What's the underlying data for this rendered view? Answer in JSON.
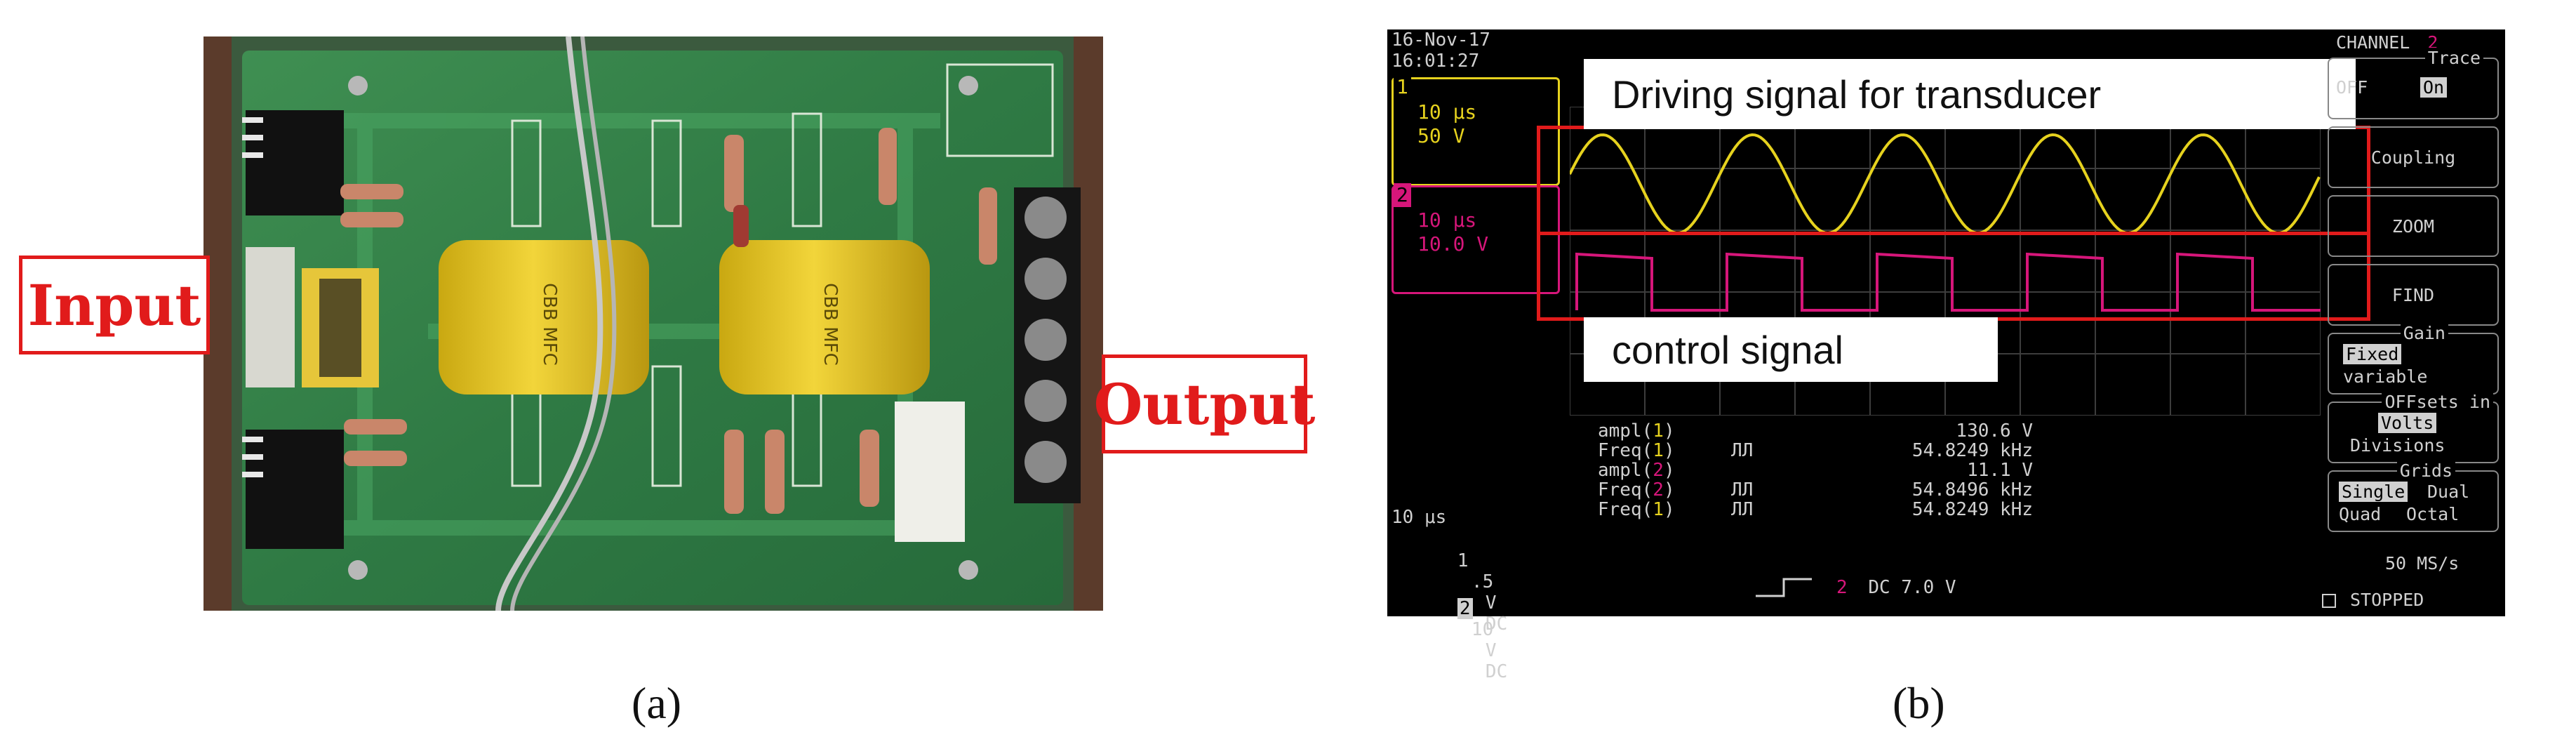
{
  "panel_a": {
    "input_label": "Input",
    "output_label": "Output",
    "caption": "(a)"
  },
  "panel_b": {
    "caption": "(b)",
    "datetime": {
      "date": "16-Nov-17",
      "time": "16:01:27"
    },
    "ch1_box": {
      "timebase": "10 μs",
      "volts": "50 V",
      "index": "1"
    },
    "ch2_box": {
      "timebase": "10 μs",
      "volts": "10.0 V",
      "index": "2"
    },
    "top_label": "Driving signal for transducer",
    "bottom_label": "control signal",
    "right_menu": {
      "title": "CHANNEL",
      "channel_no": "2",
      "trace": {
        "heading": "Trace",
        "off": "OFF",
        "on": "On"
      },
      "coupling": "Coupling",
      "zoom": "ZOOM",
      "find": "FIND",
      "gain": {
        "heading": "Gain",
        "fixed": "Fixed",
        "variable": "variable"
      },
      "offsets": {
        "heading": "OFFsets in",
        "volts": "Volts",
        "divisions": "Divisions"
      },
      "grids": {
        "heading": "Grids",
        "single": "Single",
        "dual": "Dual",
        "quad": "Quad",
        "octal": "Octal"
      },
      "sample_rate": "50 MS/s",
      "status": "STOPPED"
    },
    "measurements": [
      {
        "label": "ampl(",
        "ch": "1",
        "wave": "",
        "value": "130.6 V"
      },
      {
        "label": "Freq(",
        "ch": "1",
        "wave": "ЛЛ",
        "value": "54.8249 kHz"
      },
      {
        "label": "ampl(",
        "ch": "2",
        "wave": "",
        "value": "11.1 V"
      },
      {
        "label": "Freq(",
        "ch": "2",
        "wave": "ЛЛ",
        "value": "54.8496 kHz"
      },
      {
        "label": "Freq(",
        "ch": "1",
        "wave": "ЛЛ",
        "value": "54.8249 kHz"
      }
    ],
    "bottom_info": {
      "timebase": "10 μs",
      "ch1_line": {
        "ch": "1",
        "scale": ".5",
        "unit": "V",
        "coupling": "DC"
      },
      "ch2_line": {
        "ch": "2",
        "scale": "10",
        "unit": "V",
        "coupling": "DC"
      },
      "trigger": {
        "ch": "2",
        "text": "DC 7.0 V"
      }
    },
    "colors": {
      "ch1": "#e6d21e",
      "ch2": "#d6167a",
      "callout": "#e11b1b"
    }
  }
}
